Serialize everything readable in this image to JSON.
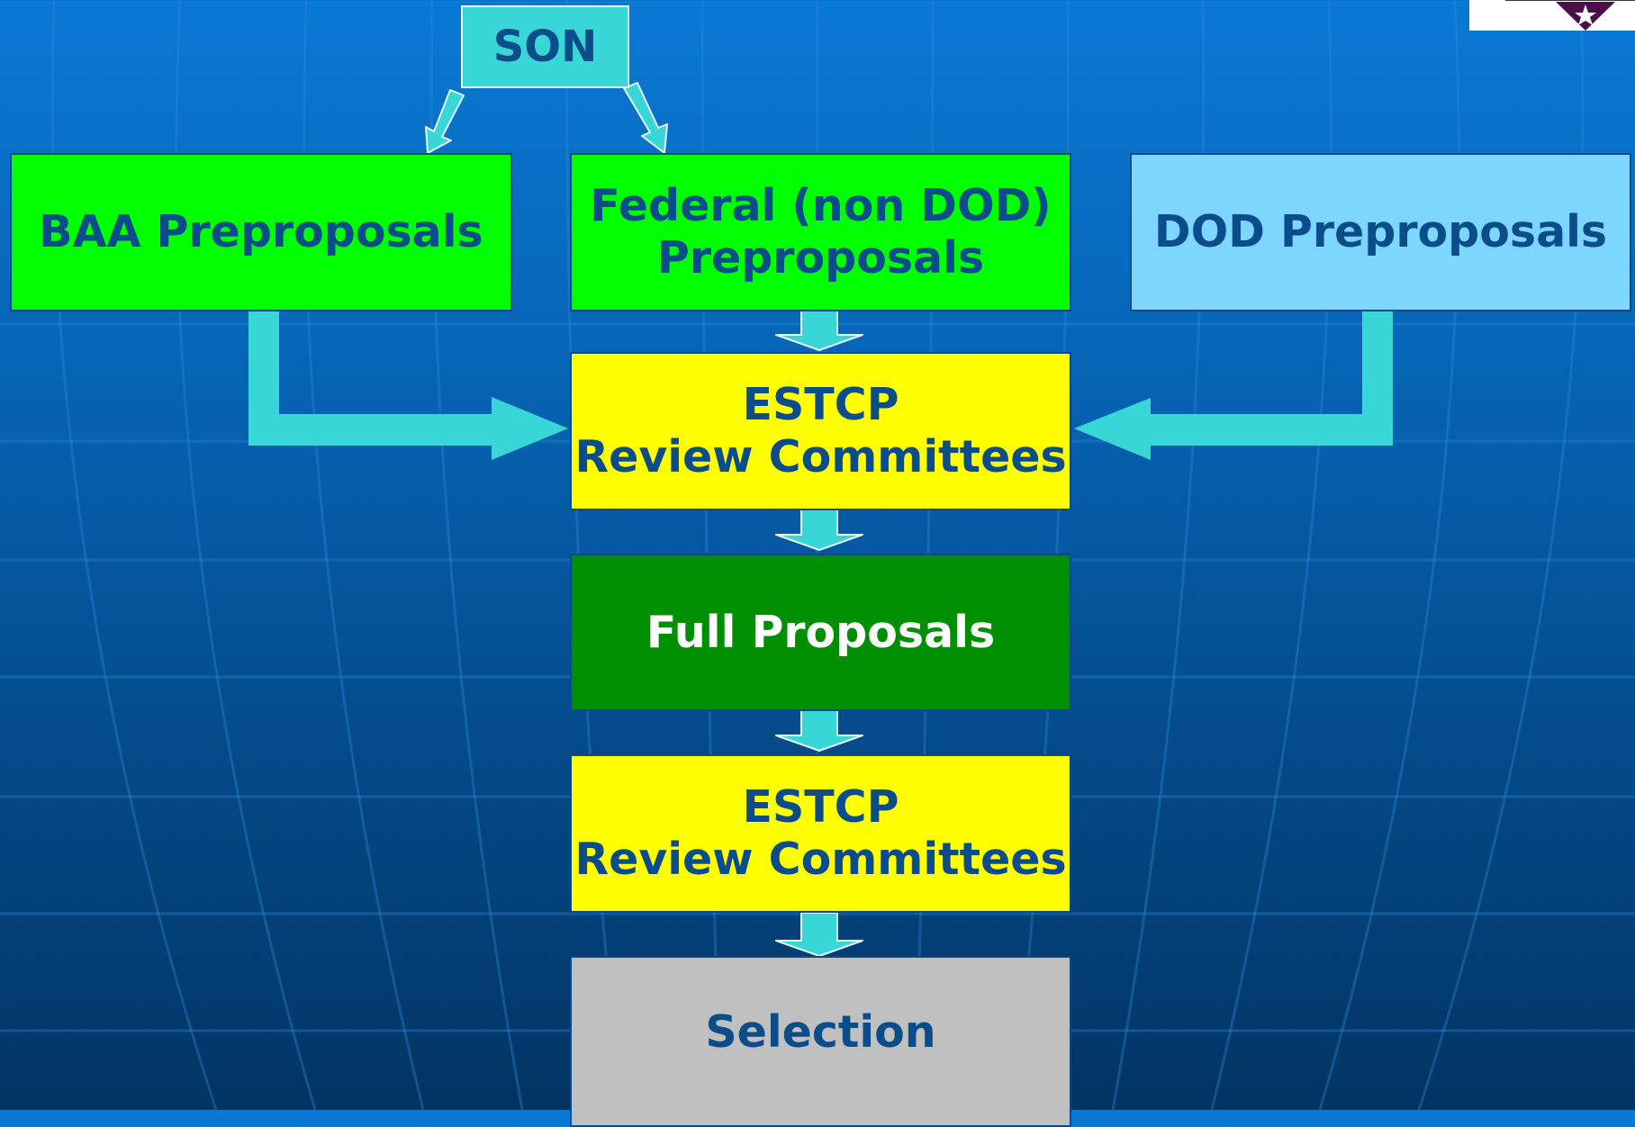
{
  "diagram": {
    "son": "SON",
    "baa_preproposals": "BAA Preproposals",
    "federal_preproposals": "Federal (non DOD)\nPreproposals",
    "dod_preproposals": "DOD Preproposals",
    "review_committees_1": "ESTCP\nReview Committees",
    "full_proposals": "Full Proposals",
    "review_committees_2": "ESTCP\nReview Committees",
    "selection": "Selection"
  },
  "colors": {
    "background_top": "#0979d4",
    "background_bottom": "#023463",
    "son_fill": "#38d6d6",
    "preproposal_fill": "#00ff00",
    "dod_fill": "#7cd6ff",
    "review_fill": "#ffff00",
    "full_proposals_fill": "#008f00",
    "selection_fill": "#c0c0c0",
    "arrow_fill": "#38d6d6",
    "text_color": "#0b4c8a"
  },
  "icons": {
    "corner_logo": "star-pennant-logo"
  }
}
